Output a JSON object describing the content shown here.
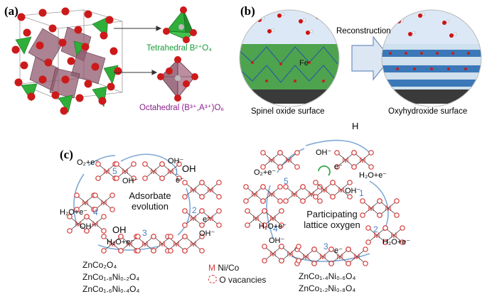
{
  "panel_a": {
    "tag": "(a)",
    "tetra_label": "Tetrahedral B²⁺O₄",
    "octa_label": "Octahedral (B³⁺,A³⁺)O₆"
  },
  "panel_b": {
    "tag": "(b)",
    "arrow_label": "Reconstruction",
    "left_caption": "Spinel oxide surface",
    "right_caption": "Oxyhydroxide surface",
    "fe_label": "Fe"
  },
  "panel_c": {
    "tag": "(c)",
    "left_center": [
      "Adsorbate",
      "evolution"
    ],
    "right_center": [
      "Participating",
      "lattice oxygen"
    ],
    "left_formulas": [
      "ZnCo₂O₄",
      "ZnCo₁.₈Ni₀.₂O₄",
      "ZnCo₁.₆Ni₀.₄O₄"
    ],
    "right_formulas": [
      "ZnCo₁.₄Ni₀.₆O₄",
      "ZnCo₁.₂Ni₀.₈O₄"
    ],
    "legend_m_symbol": "M",
    "legend_m_text": "Ni/Co",
    "legend_vac_text": "O vacancies",
    "left_steps": [
      "1",
      "2",
      "3",
      "4",
      "5"
    ],
    "right_steps": [
      "1",
      "2",
      "3",
      "4",
      "5"
    ],
    "species": {
      "oh_minus": "OH⁻",
      "e_minus": "e⁻",
      "oh": "OH",
      "o": "O",
      "h": "H",
      "water_e": "H₂O+e⁻",
      "o2_e": "O₂+e⁻",
      "m": "M"
    }
  },
  "colors": {
    "oxygen_red": "#cc1a1a",
    "tetra_green": "#2fae3a",
    "octa_pink": "#8f5a6e",
    "arrow_blue": "#7fa9d6",
    "metal_red": "#d63a3a"
  }
}
